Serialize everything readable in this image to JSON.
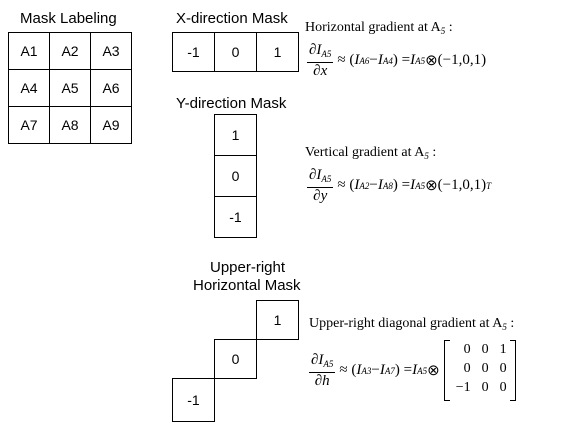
{
  "mask_labeling": {
    "title": "Mask Labeling",
    "cells": [
      "A1",
      "A2",
      "A3",
      "A4",
      "A5",
      "A6",
      "A7",
      "A8",
      "A9"
    ]
  },
  "x_mask": {
    "title": "X-direction Mask",
    "values": [
      "-1",
      "0",
      "1"
    ]
  },
  "y_mask": {
    "title": "Y-direction Mask",
    "values": [
      "1",
      "0",
      "-1"
    ]
  },
  "ur_mask": {
    "title_line1": "Upper-right",
    "title_line2": "Horizontal Mask",
    "values": [
      "1",
      "0",
      "-1"
    ]
  },
  "horizontal": {
    "label": "Horizontal gradient at A",
    "label_sub": "5",
    "label_suffix": " :",
    "num": "∂I",
    "num_sub": "A5",
    "den": "∂x",
    "rhs_open": " ≈ (",
    "t1": "I",
    "t1_sub": "A6",
    "minus": " − ",
    "t2": "I",
    "t2_sub": "A4",
    "rhs_mid": ") = ",
    "t3": "I",
    "t3_sub": "A5",
    "conv": " ⊗ ",
    "vec": "(−1,0,1)"
  },
  "vertical": {
    "label": "Vertical gradient at A",
    "label_sub": "5",
    "label_suffix": " :",
    "num": "∂I",
    "num_sub": "A5",
    "den": "∂y",
    "rhs_open": " ≈ (",
    "t1": "I",
    "t1_sub": "A2",
    "minus": " − ",
    "t2": "I",
    "t2_sub": "A8",
    "rhs_mid": ") = ",
    "t3": "I",
    "t3_sub": "A5",
    "conv": " ⊗ ",
    "vec": "(−1,0,1)",
    "vec_sup": "T"
  },
  "diagonal": {
    "label": "Upper-right diagonal gradient at A",
    "label_sub": "5",
    "label_suffix": " :",
    "num": "∂I",
    "num_sub": "A5",
    "den": "∂h",
    "rhs_open": " ≈ (",
    "t1": "I",
    "t1_sub": "A3",
    "minus": " − ",
    "t2": "I",
    "t2_sub": "A7",
    "rhs_mid": ") = ",
    "t3": "I",
    "t3_sub": "A5",
    "conv": " ⊗ ",
    "matrix": [
      "0",
      "0",
      "1",
      "0",
      "0",
      "0",
      "−1",
      "0",
      "0"
    ]
  }
}
